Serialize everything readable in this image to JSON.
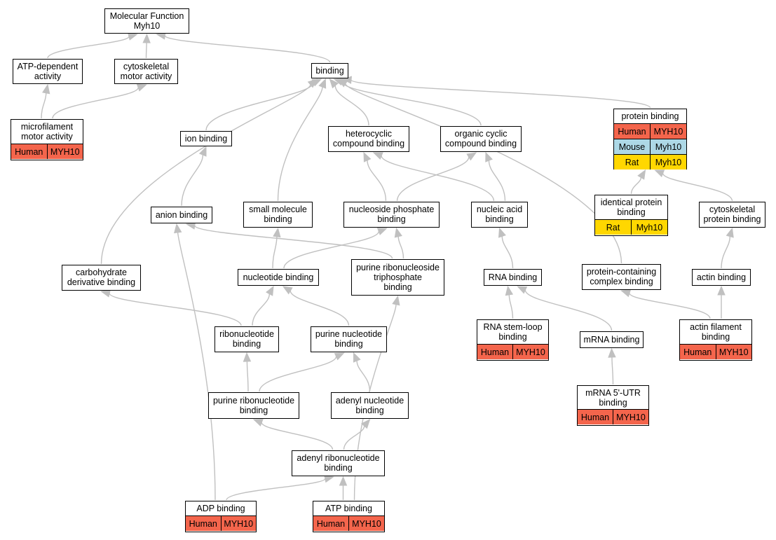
{
  "colors": {
    "edge": "#c0c0c0",
    "human": "#f4654c",
    "mouse": "#add8e6",
    "rat": "#ffd700"
  },
  "nodes": {
    "molecular_function": {
      "label": "Molecular Function\nMyh10"
    },
    "atp_dependent_activity": {
      "label": "ATP-dependent\nactivity"
    },
    "cytoskeletal_motor_activity": {
      "label": "cytoskeletal\nmotor activity"
    },
    "binding": {
      "label": "binding"
    },
    "microfilament_motor_activity": {
      "label": "microfilament\nmotor activity",
      "annotations": [
        {
          "species": "Human",
          "gene": "MYH10"
        }
      ]
    },
    "ion_binding": {
      "label": "ion binding"
    },
    "heterocyclic_compound_binding": {
      "label": "heterocyclic\ncompound binding"
    },
    "organic_cyclic_compound_binding": {
      "label": "organic cyclic\ncompound binding"
    },
    "protein_binding": {
      "label": "protein binding",
      "annotations": [
        {
          "species": "Human",
          "gene": "MYH10"
        },
        {
          "species": "Mouse",
          "gene": "Myh10"
        },
        {
          "species": "Rat",
          "gene": "Myh10"
        }
      ]
    },
    "anion_binding": {
      "label": "anion binding"
    },
    "small_molecule_binding": {
      "label": "small molecule\nbinding"
    },
    "nucleoside_phosphate_binding": {
      "label": "nucleoside phosphate\nbinding"
    },
    "nucleic_acid_binding": {
      "label": "nucleic acid\nbinding"
    },
    "identical_protein_binding": {
      "label": "identical protein\nbinding",
      "annotations": [
        {
          "species": "Rat",
          "gene": "Myh10"
        }
      ]
    },
    "cytoskeletal_protein_binding": {
      "label": "cytoskeletal\nprotein binding"
    },
    "carbohydrate_derivative_binding": {
      "label": "carbohydrate\nderivative binding"
    },
    "nucleotide_binding": {
      "label": "nucleotide binding"
    },
    "purine_ribonucleoside_triphosphate_binding": {
      "label": "purine ribonucleoside\ntriphosphate\nbinding"
    },
    "rna_binding": {
      "label": "RNA binding"
    },
    "protein_containing_complex_binding": {
      "label": "protein-containing\ncomplex binding"
    },
    "actin_binding": {
      "label": "actin binding"
    },
    "ribonucleotide_binding": {
      "label": "ribonucleotide\nbinding"
    },
    "purine_nucleotide_binding": {
      "label": "purine nucleotide\nbinding"
    },
    "rna_stem_loop_binding": {
      "label": "RNA stem-loop\nbinding",
      "annotations": [
        {
          "species": "Human",
          "gene": "MYH10"
        }
      ]
    },
    "mrna_binding": {
      "label": "mRNA binding"
    },
    "actin_filament_binding": {
      "label": "actin filament\nbinding",
      "annotations": [
        {
          "species": "Human",
          "gene": "MYH10"
        }
      ]
    },
    "purine_ribonucleotide_binding": {
      "label": "purine ribonucleotide\nbinding"
    },
    "adenyl_nucleotide_binding": {
      "label": "adenyl nucleotide\nbinding"
    },
    "mrna_5utr_binding": {
      "label": "mRNA 5'-UTR\nbinding",
      "annotations": [
        {
          "species": "Human",
          "gene": "MYH10"
        }
      ]
    },
    "adenyl_ribonucleotide_binding": {
      "label": "adenyl ribonucleotide\nbinding"
    },
    "adp_binding": {
      "label": "ADP binding",
      "annotations": [
        {
          "species": "Human",
          "gene": "MYH10"
        }
      ]
    },
    "atp_binding": {
      "label": "ATP binding",
      "annotations": [
        {
          "species": "Human",
          "gene": "MYH10"
        }
      ]
    }
  },
  "edges": [
    [
      "atp_dependent_activity",
      "molecular_function"
    ],
    [
      "cytoskeletal_motor_activity",
      "molecular_function"
    ],
    [
      "binding",
      "molecular_function"
    ],
    [
      "microfilament_motor_activity",
      "atp_dependent_activity"
    ],
    [
      "microfilament_motor_activity",
      "cytoskeletal_motor_activity"
    ],
    [
      "ion_binding",
      "binding"
    ],
    [
      "small_molecule_binding",
      "binding"
    ],
    [
      "heterocyclic_compound_binding",
      "binding"
    ],
    [
      "organic_cyclic_compound_binding",
      "binding"
    ],
    [
      "carbohydrate_derivative_binding",
      "binding"
    ],
    [
      "protein_containing_complex_binding",
      "binding"
    ],
    [
      "protein_binding",
      "binding"
    ],
    [
      "anion_binding",
      "ion_binding"
    ],
    [
      "nucleoside_phosphate_binding",
      "heterocyclic_compound_binding"
    ],
    [
      "nucleoside_phosphate_binding",
      "organic_cyclic_compound_binding"
    ],
    [
      "nucleic_acid_binding",
      "heterocyclic_compound_binding"
    ],
    [
      "nucleic_acid_binding",
      "organic_cyclic_compound_binding"
    ],
    [
      "identical_protein_binding",
      "protein_binding"
    ],
    [
      "cytoskeletal_protein_binding",
      "protein_binding"
    ],
    [
      "nucleotide_binding",
      "small_molecule_binding"
    ],
    [
      "nucleotide_binding",
      "nucleoside_phosphate_binding"
    ],
    [
      "purine_ribonucleoside_triphosphate_binding",
      "nucleoside_phosphate_binding"
    ],
    [
      "purine_ribonucleoside_triphosphate_binding",
      "anion_binding"
    ],
    [
      "rna_binding",
      "nucleic_acid_binding"
    ],
    [
      "actin_binding",
      "cytoskeletal_protein_binding"
    ],
    [
      "ribonucleotide_binding",
      "nucleotide_binding"
    ],
    [
      "ribonucleotide_binding",
      "carbohydrate_derivative_binding"
    ],
    [
      "purine_nucleotide_binding",
      "nucleotide_binding"
    ],
    [
      "rna_stem_loop_binding",
      "rna_binding"
    ],
    [
      "mrna_binding",
      "rna_binding"
    ],
    [
      "actin_filament_binding",
      "actin_binding"
    ],
    [
      "actin_filament_binding",
      "protein_containing_complex_binding"
    ],
    [
      "purine_ribonucleotide_binding",
      "ribonucleotide_binding"
    ],
    [
      "purine_ribonucleotide_binding",
      "purine_nucleotide_binding"
    ],
    [
      "adenyl_nucleotide_binding",
      "purine_nucleotide_binding"
    ],
    [
      "mrna_5utr_binding",
      "mrna_binding"
    ],
    [
      "adenyl_ribonucleotide_binding",
      "purine_ribonucleotide_binding"
    ],
    [
      "adenyl_ribonucleotide_binding",
      "adenyl_nucleotide_binding"
    ],
    [
      "adp_binding",
      "adenyl_ribonucleotide_binding"
    ],
    [
      "adp_binding",
      "anion_binding"
    ],
    [
      "atp_binding",
      "adenyl_ribonucleotide_binding"
    ],
    [
      "atp_binding",
      "purine_ribonucleoside_triphosphate_binding"
    ]
  ]
}
